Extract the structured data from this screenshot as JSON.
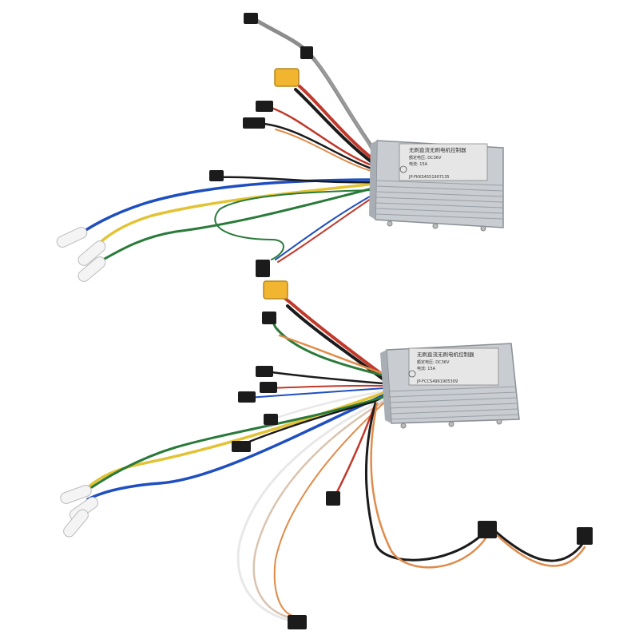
{
  "image": {
    "background": "#ffffff",
    "subject": "two brushless DC motor controllers with wiring harnesses",
    "colors": {
      "housing": "#c9ccd0",
      "housing_dark": "#9aa0a6",
      "wire_black": "#1b1b1b",
      "wire_red": "#c0392b",
      "wire_blue": "#1f4fbf",
      "wire_yellow": "#e2c335",
      "wire_green": "#2a7a3a",
      "wire_orange": "#e08b4a",
      "wire_white": "#e8e8e8",
      "wire_gray": "#8c8c8c",
      "xt60_yellow": "#f2b530",
      "bullet_white": "#f4f4f4"
    }
  },
  "controller_top": {
    "label_line1": "无刷直流无刷电机控制器",
    "label_line2": "额定电压: DC36V",
    "label_line3": "电流: 15A",
    "label_code": "JP-FKKS4551907135"
  },
  "controller_bottom": {
    "label_line1": "无刷直流无刷电机控制器",
    "label_line2": "额定电压: DC36V",
    "label_line3": "电流: 15A",
    "label_code": "JP-FCCS4961905309"
  }
}
